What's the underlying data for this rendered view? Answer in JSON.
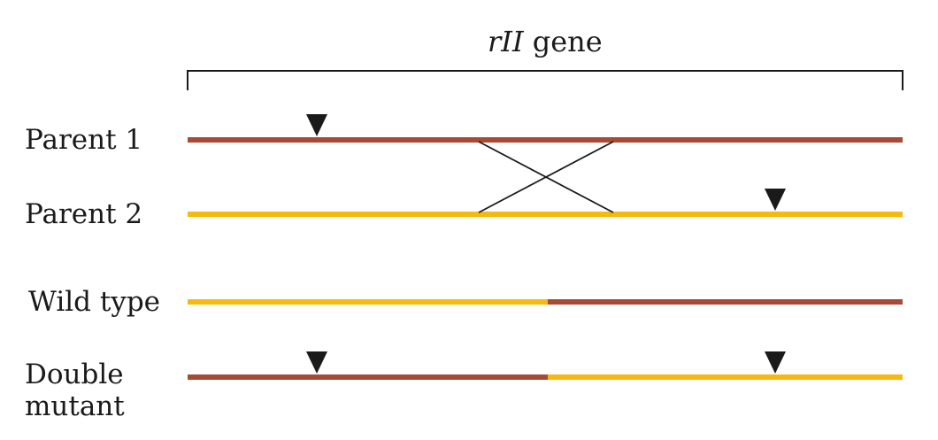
{
  "gene": {
    "name": "rII",
    "suffix": "gene"
  },
  "rows": {
    "parent_1": "Parent 1",
    "parent_2": "Parent 2",
    "wild_type": "Wild type",
    "double_mutant_line1": "Double",
    "double_mutant_line2": "mutant"
  },
  "colors": {
    "parent_1_strand": "#a64b35",
    "parent_2_strand": "#f5b90f",
    "marker": "#1a1a1a",
    "bracket": "#1a1a1a"
  },
  "icons": {
    "mutation_marker": "triangle-down-icon"
  }
}
